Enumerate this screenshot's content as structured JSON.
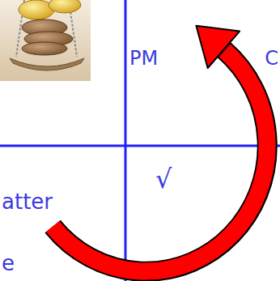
{
  "diagram": {
    "labels": [
      "PM",
      "C",
      "√",
      "atter",
      "e"
    ]
  }
}
